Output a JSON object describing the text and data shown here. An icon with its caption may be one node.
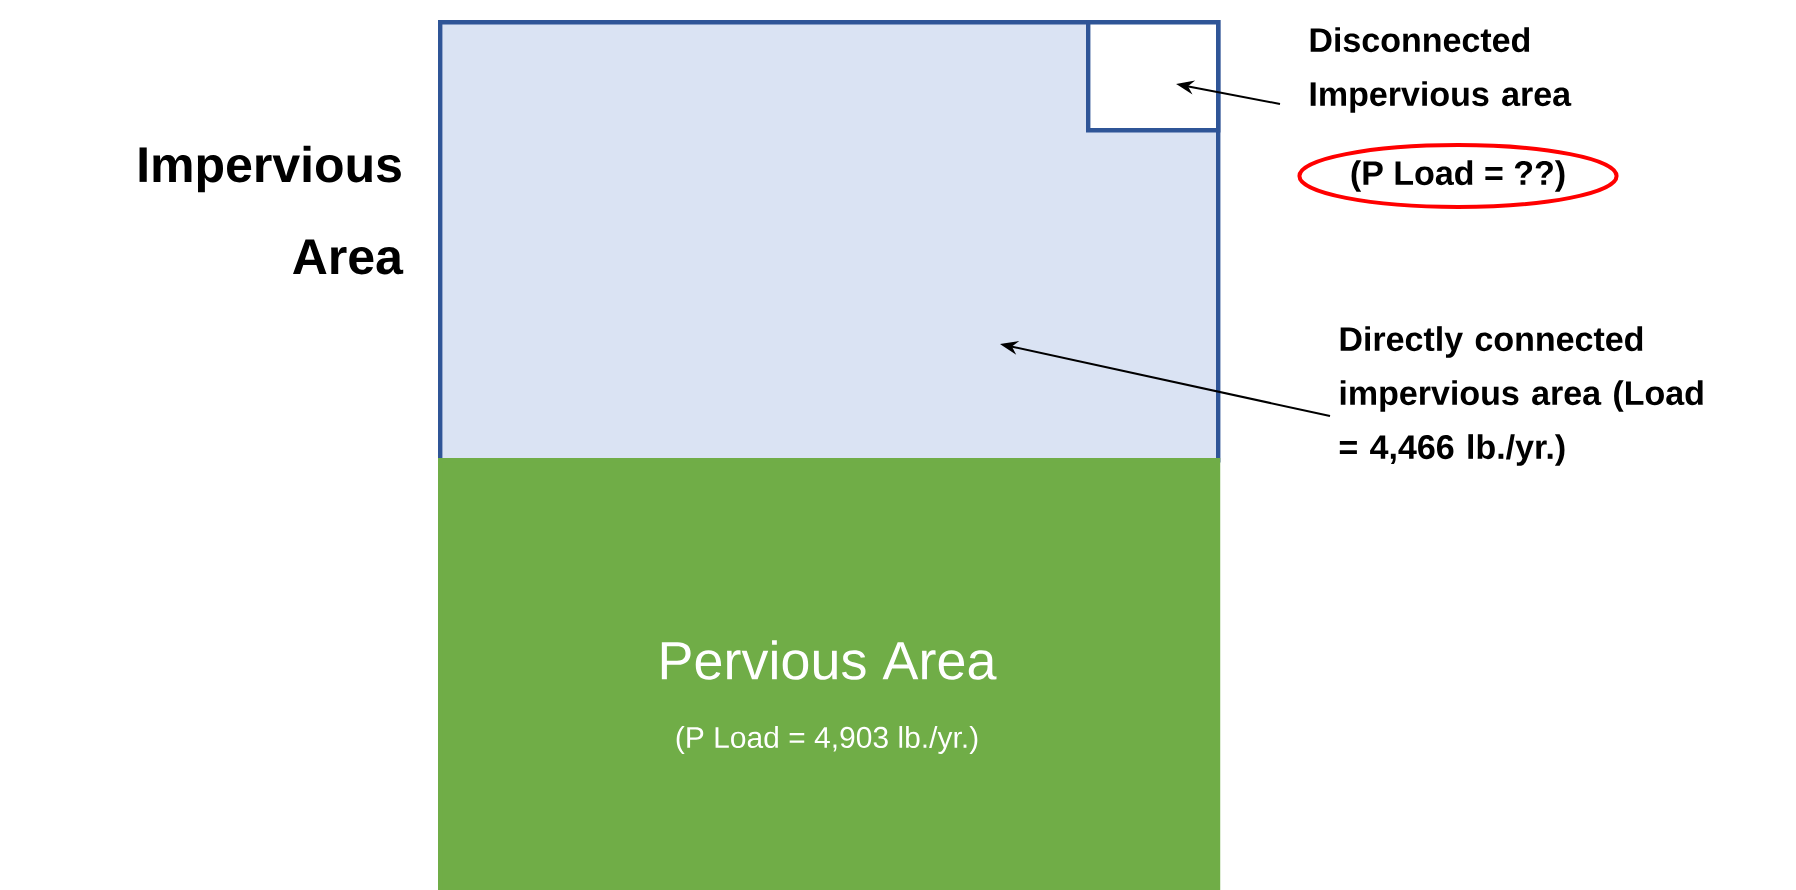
{
  "diagram": {
    "nodes": [
      {
        "text": [
          "Impervious Area"
        ]
      },
      {
        "text": [],
        "shape": "box",
        "in": 0
      },
      {
        "text": [
          "Pervious Area",
          "(P Load = 4,903 lb./yr.)"
        ]
      },
      {
        "text": [
          "Disconnected Impervious area"
        ]
      },
      {
        "text": [
          "(P Load = ??)"
        ]
      },
      {
        "text": [
          "Directly connected impervious area (Load = 4,466 lb./yr.)"
        ]
      }
    ],
    "edges": [
      {
        "from": 3,
        "to": 1,
        "arrow": "to"
      },
      {
        "from": 5,
        "to": 0,
        "arrow": "to"
      }
    ]
  }
}
